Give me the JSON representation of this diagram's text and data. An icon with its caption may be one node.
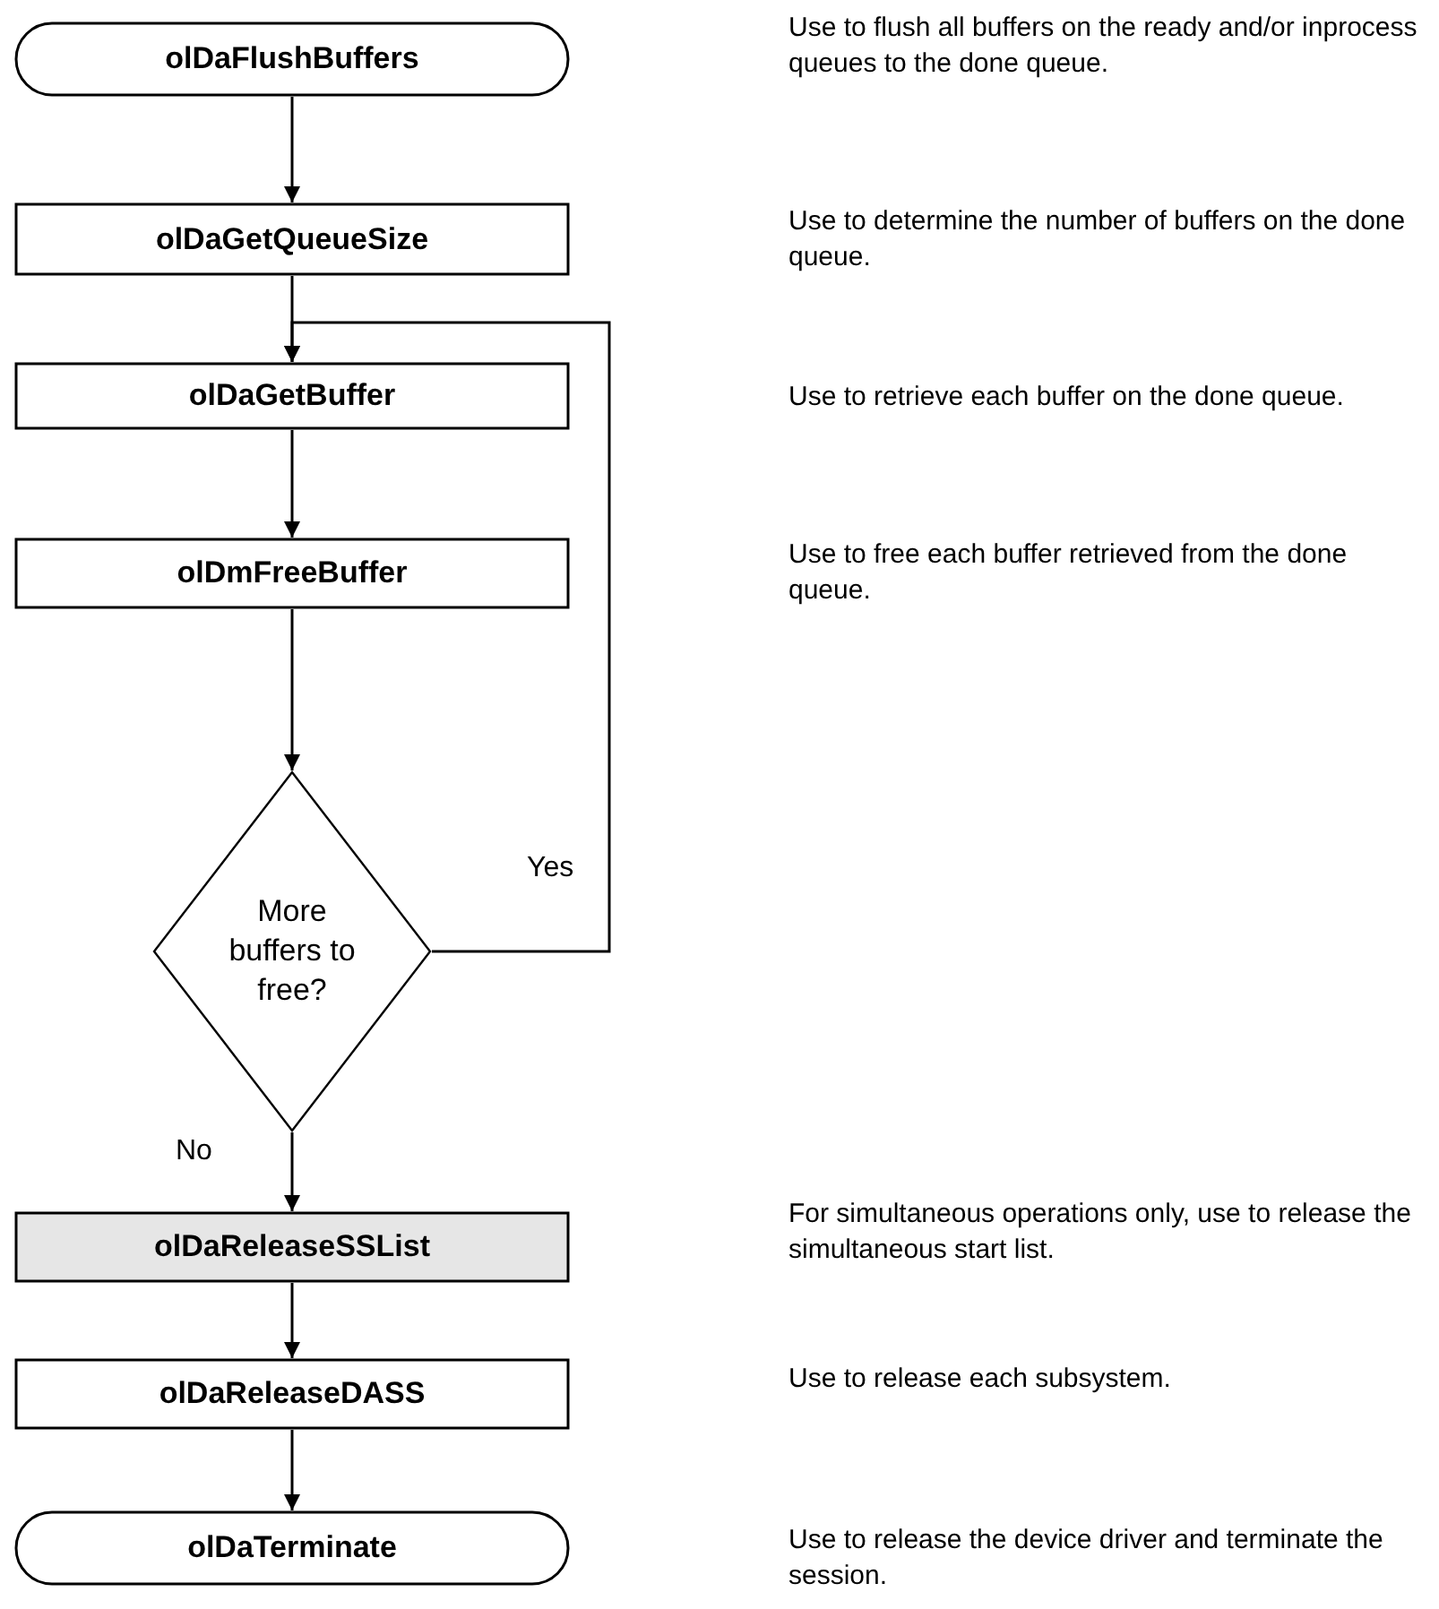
{
  "diagram": {
    "nodes": [
      {
        "text": [
          "olDaFlushBuffers"
        ]
      },
      {
        "text": [
          "olDaGetQueueSize"
        ]
      },
      {
        "text": [
          "olDaGetBuffer"
        ]
      },
      {
        "text": [
          "olDmFreeBuffer"
        ]
      },
      {
        "text": [
          "More buffers to free?"
        ]
      },
      {
        "text": [
          "olDaReleaseSSList"
        ]
      },
      {
        "text": [
          "olDaReleaseDASS"
        ]
      },
      {
        "text": [
          "olDaTerminate"
        ]
      }
    ],
    "labels": [
      "Use to flush all buffers on the ready and/or inprocess queues to the done queue.",
      "Use to determine the number of buffers on the done queue.",
      "Use to retrieve each buffer on the done queue.",
      "Use to free each buffer retrieved from the done queue.",
      "For simultaneous operations only, use to release the simultaneous start list.",
      "Use to release each subsystem.",
      "Use to release the device driver and terminate the session."
    ],
    "edges": [
      {
        "from": 0,
        "to": 1,
        "arrow": "to"
      },
      {
        "from": 1,
        "to": 2,
        "arrow": "to"
      },
      {
        "from": 2,
        "to": 3,
        "arrow": "to"
      },
      {
        "from": 3,
        "to": 4,
        "arrow": "to"
      },
      {
        "from": 4,
        "to": 2,
        "arrow": "to",
        "label": "Yes"
      },
      {
        "from": 4,
        "to": 5,
        "arrow": "to",
        "label": "No"
      },
      {
        "from": 5,
        "to": 6,
        "arrow": "to"
      },
      {
        "from": 6,
        "to": 7,
        "arrow": "to"
      }
    ]
  }
}
